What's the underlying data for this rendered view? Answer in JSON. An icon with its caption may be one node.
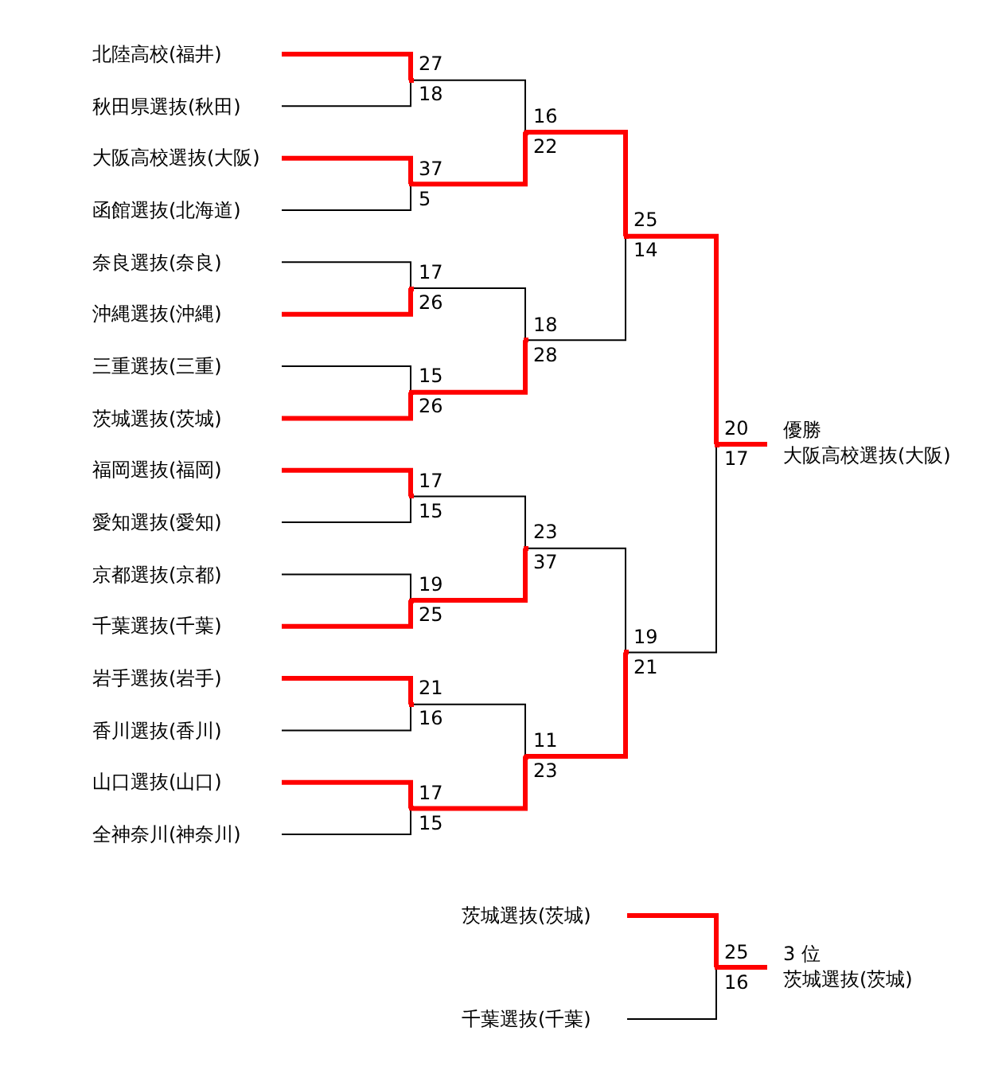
{
  "diagram": {
    "nodes": [
      {
        "text": [
          "北陸高校(福井)"
        ]
      },
      {
        "text": [
          "秋田県選抜(秋田)"
        ]
      },
      {
        "text": [
          "大阪高校選抜(大阪)"
        ]
      },
      {
        "text": [
          "函館選抜(北海道)"
        ]
      },
      {
        "text": [
          "奈良選抜(奈良)"
        ]
      },
      {
        "text": [
          "沖縄選抜(沖縄)"
        ]
      },
      {
        "text": [
          "三重選抜(三重)"
        ]
      },
      {
        "text": [
          "茨城選抜(茨城)"
        ]
      },
      {
        "text": [
          "福岡選抜(福岡)"
        ]
      },
      {
        "text": [
          "愛知選抜(愛知)"
        ]
      },
      {
        "text": [
          "京都選抜(京都)"
        ]
      },
      {
        "text": [
          "千葉選抜(千葉)"
        ]
      },
      {
        "text": [
          "岩手選抜(岩手)"
        ]
      },
      {
        "text": [
          "香川選抜(香川)"
        ]
      },
      {
        "text": [
          "山口選抜(山口)"
        ]
      },
      {
        "text": [
          "全神奈川(神奈川)"
        ]
      },
      {
        "text": [],
        "shape": "point"
      },
      {
        "text": [],
        "shape": "point"
      },
      {
        "text": [],
        "shape": "point"
      },
      {
        "text": [],
        "shape": "point"
      },
      {
        "text": [],
        "shape": "point"
      },
      {
        "text": [],
        "shape": "point"
      },
      {
        "text": [],
        "shape": "point"
      },
      {
        "text": [],
        "shape": "point"
      },
      {
        "text": [],
        "shape": "point"
      },
      {
        "text": [],
        "shape": "point"
      },
      {
        "text": [],
        "shape": "point"
      },
      {
        "text": [],
        "shape": "point"
      },
      {
        "text": [],
        "shape": "point"
      },
      {
        "text": [],
        "shape": "point"
      },
      {
        "text": [],
        "shape": "point"
      },
      {
        "text": [
          "優勝",
          "大阪高校選抜(大阪)"
        ]
      },
      {
        "text": [
          "茨城選抜(茨城)"
        ]
      },
      {
        "text": [
          "千葉選抜(千葉)"
        ]
      },
      {
        "text": [],
        "shape": "point"
      },
      {
        "text": [
          "3 位",
          "茨城選抜(茨城)"
        ]
      }
    ],
    "edges": [
      {
        "from": 0,
        "to": 16,
        "arrow": "none",
        "label": "27"
      },
      {
        "from": 1,
        "to": 16,
        "arrow": "none",
        "label": "18",
        "color": "#000000"
      },
      {
        "from": 2,
        "to": 17,
        "arrow": "none",
        "label": "37"
      },
      {
        "from": 3,
        "to": 17,
        "arrow": "none",
        "label": "5",
        "color": "#000000"
      },
      {
        "from": 4,
        "to": 18,
        "arrow": "none",
        "label": "17",
        "color": "#000000"
      },
      {
        "from": 5,
        "to": 18,
        "arrow": "none",
        "label": "26"
      },
      {
        "from": 6,
        "to": 19,
        "arrow": "none",
        "label": "15",
        "color": "#000000"
      },
      {
        "from": 7,
        "to": 19,
        "arrow": "none",
        "label": "26"
      },
      {
        "from": 8,
        "to": 20,
        "arrow": "none",
        "label": "17"
      },
      {
        "from": 9,
        "to": 20,
        "arrow": "none",
        "label": "15",
        "color": "#000000"
      },
      {
        "from": 10,
        "to": 21,
        "arrow": "none",
        "label": "19",
        "color": "#000000"
      },
      {
        "from": 11,
        "to": 21,
        "arrow": "none",
        "label": "25"
      },
      {
        "from": 12,
        "to": 22,
        "arrow": "none",
        "label": "21"
      },
      {
        "from": 13,
        "to": 22,
        "arrow": "none",
        "label": "16",
        "color": "#000000"
      },
      {
        "from": 14,
        "to": 23,
        "arrow": "none",
        "label": "17"
      },
      {
        "from": 15,
        "to": 23,
        "arrow": "none",
        "label": "15",
        "color": "#000000"
      },
      {
        "from": 16,
        "to": 24,
        "arrow": "none",
        "label": "16",
        "color": "#000000"
      },
      {
        "from": 17,
        "to": 24,
        "arrow": "none",
        "label": "22"
      },
      {
        "from": 18,
        "to": 25,
        "arrow": "none",
        "label": "18",
        "color": "#000000"
      },
      {
        "from": 19,
        "to": 25,
        "arrow": "none",
        "label": "28"
      },
      {
        "from": 20,
        "to": 26,
        "arrow": "none",
        "label": "23",
        "color": "#000000"
      },
      {
        "from": 21,
        "to": 26,
        "arrow": "none",
        "label": "37"
      },
      {
        "from": 22,
        "to": 27,
        "arrow": "none",
        "label": "11",
        "color": "#000000"
      },
      {
        "from": 23,
        "to": 27,
        "arrow": "none",
        "label": "23"
      },
      {
        "from": 24,
        "to": 28,
        "arrow": "none",
        "label": "25"
      },
      {
        "from": 25,
        "to": 28,
        "arrow": "none",
        "label": "14",
        "color": "#000000"
      },
      {
        "from": 26,
        "to": 29,
        "arrow": "none",
        "label": "19",
        "color": "#000000"
      },
      {
        "from": 27,
        "to": 29,
        "arrow": "none",
        "label": "21"
      },
      {
        "from": 28,
        "to": 30,
        "arrow": "none",
        "label": "20"
      },
      {
        "from": 29,
        "to": 30,
        "arrow": "none",
        "label": "17",
        "color": "#000000"
      },
      {
        "from": 30,
        "to": 31,
        "arrow": "none"
      },
      {
        "from": 32,
        "to": 34,
        "arrow": "none",
        "label": "25"
      },
      {
        "from": 33,
        "to": 34,
        "arrow": "none",
        "label": "16",
        "color": "#000000"
      },
      {
        "from": 34,
        "to": 35,
        "arrow": "none"
      }
    ]
  }
}
